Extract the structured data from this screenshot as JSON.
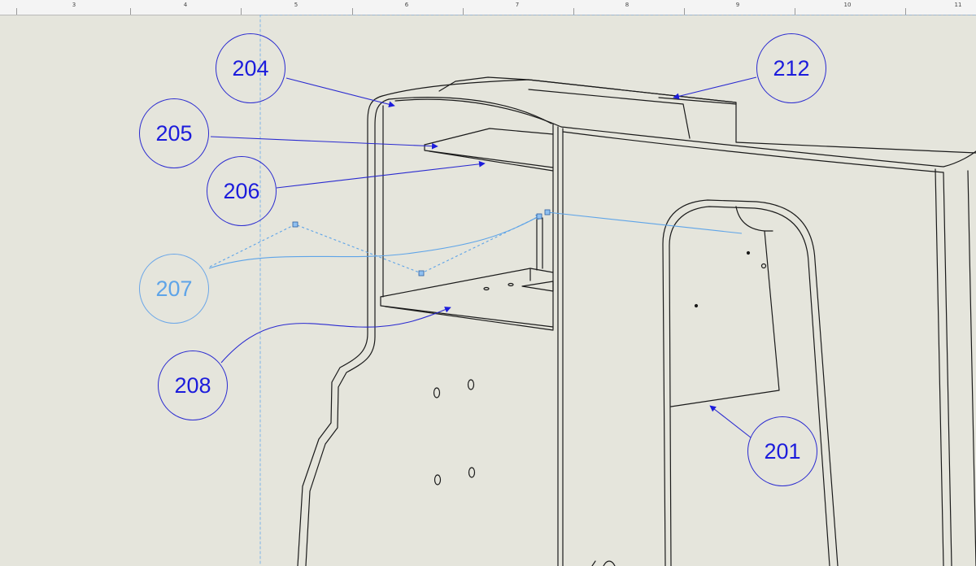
{
  "ruler": {
    "labels": [
      "3",
      "4",
      "5",
      "6",
      "7",
      "8",
      "9",
      "10",
      "11"
    ]
  },
  "callouts": [
    {
      "id": "204",
      "label": "204",
      "state": "normal"
    },
    {
      "id": "205",
      "label": "205",
      "state": "normal"
    },
    {
      "id": "206",
      "label": "206",
      "state": "normal"
    },
    {
      "id": "207",
      "label": "207",
      "state": "selected"
    },
    {
      "id": "208",
      "label": "208",
      "state": "normal"
    },
    {
      "id": "212",
      "label": "212",
      "state": "normal"
    },
    {
      "id": "201",
      "label": "201",
      "state": "normal"
    }
  ],
  "colors": {
    "background": "#e5e5dc",
    "balloon": "#1c1cdc",
    "selected": "#5ea4e8",
    "linework": "#1a1a1a"
  }
}
